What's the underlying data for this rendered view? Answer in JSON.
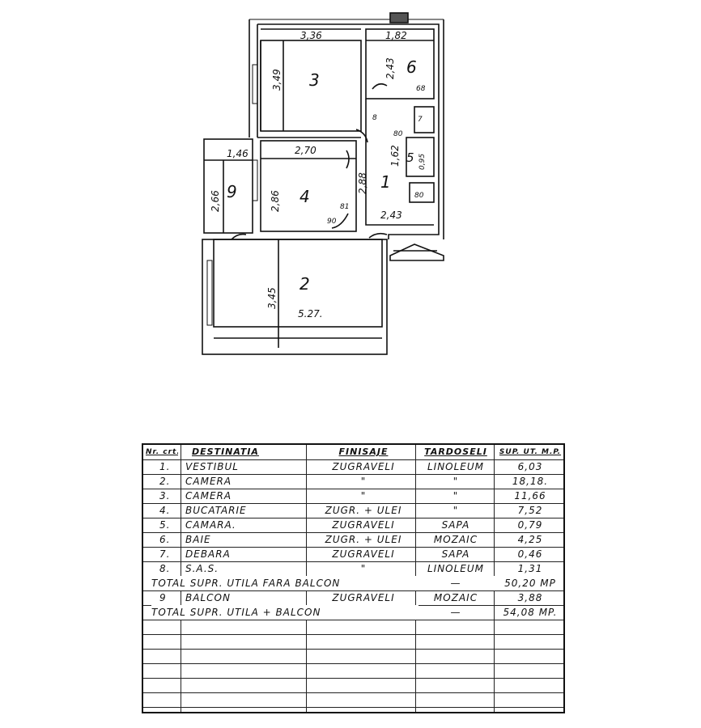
{
  "plan": {
    "dimensions": {
      "r3_width": "3,36",
      "r6_width": "1,82",
      "r3_height": "3,49",
      "r6_height": "2,43",
      "r9_width": "1,46",
      "r4_width": "2,70",
      "r9_height": "2,66",
      "r4_height": "2,86",
      "r1_height": "2,88",
      "r5_height": "1,62",
      "r1_width": "2,43",
      "r2_height": "3,45",
      "r2_width": "5.27.",
      "r5_small": "0,95",
      "r8_mark": "80",
      "r6_small": "68",
      "door_mark": "80",
      "r4_door": "90",
      "small_mark": "81"
    },
    "rooms": {
      "r1": "1",
      "r2": "2",
      "r3": "3",
      "r4": "4",
      "r5": "5",
      "r6": "6",
      "r7": "7",
      "r8": "8",
      "r9": "9"
    }
  },
  "table": {
    "headers": {
      "nr": "Nr. crt.",
      "destinatia": "DESTINATIA",
      "finisaje": "FINISAJE",
      "tardoseli": "TARDOSELI",
      "suprafata": "SUP. UT. M.P."
    },
    "rows": [
      {
        "nr": "1.",
        "dest": "VESTIBUL",
        "fin": "ZUGRAVELI",
        "tard": "LINOLEUM",
        "sup": "6,03"
      },
      {
        "nr": "2.",
        "dest": "CAMERA",
        "fin": "\"",
        "tard": "\"",
        "sup": "18,18."
      },
      {
        "nr": "3.",
        "dest": "CAMERA",
        "fin": "\"",
        "tard": "\"",
        "sup": "11,66"
      },
      {
        "nr": "4.",
        "dest": "BUCATARIE",
        "fin": "ZUGR. + ULEI",
        "tard": "\"",
        "sup": "7,52"
      },
      {
        "nr": "5.",
        "dest": "CAMARA.",
        "fin": "ZUGRAVELI",
        "tard": "SAPA",
        "sup": "0,79"
      },
      {
        "nr": "6.",
        "dest": "BAIE",
        "fin": "ZUGR. + ULEI",
        "tard": "MOZAIC",
        "sup": "4,25"
      },
      {
        "nr": "7.",
        "dest": "DEBARA",
        "fin": "ZUGRAVELI",
        "tard": "SAPA",
        "sup": "0,46"
      },
      {
        "nr": "8.",
        "dest": "S.A.S.",
        "fin": "\"",
        "tard": "LINOLEUM",
        "sup": "1,31"
      }
    ],
    "total1": {
      "label": "TOTAL SUPR. UTILA FARA BALCON",
      "dash": "—",
      "sup": "50,20 MP"
    },
    "balcon": {
      "nr": "9",
      "dest": "BALCON",
      "fin": "ZUGRAVELI",
      "tard": "MOZAIC",
      "sup": "3,88"
    },
    "total2": {
      "label": "TOTAL SUPR. UTILA + BALCON",
      "dash": "—",
      "sup": "54,08 MP."
    }
  }
}
